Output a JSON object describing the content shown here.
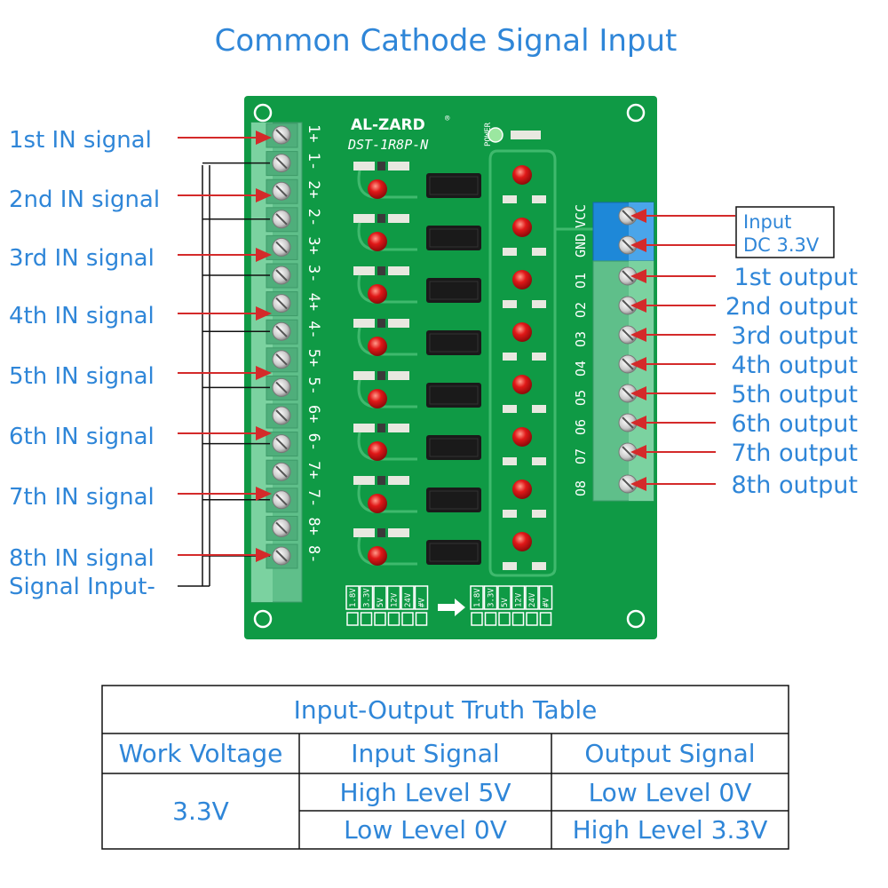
{
  "title": "Common Cathode Signal Input",
  "board": {
    "brand": "AL-ZARD",
    "registered": "®",
    "model": "DST-1R8P-N",
    "power_label": "POWER",
    "input_pin_labels": [
      "1+",
      "1-",
      "2+",
      "2-",
      "3+",
      "3-",
      "4+",
      "4-",
      "5+",
      "5-",
      "6+",
      "6-",
      "7+",
      "7-",
      "8+",
      "8-"
    ],
    "output_pin_labels": [
      "GND",
      "VCC",
      "O1",
      "O2",
      "O3",
      "O4",
      "O5",
      "O6",
      "O7",
      "O8"
    ],
    "voltage_options": [
      "1.8V",
      "3.3V",
      "5V",
      "12V",
      "24V",
      "#V"
    ]
  },
  "left_labels": [
    "1st IN signal",
    "2nd IN signal",
    "3rd IN signal",
    "4th IN signal",
    "5th IN signal",
    "6th IN signal",
    "7th IN signal",
    "8th IN signal",
    "Signal Input-"
  ],
  "input_box": {
    "line1": "Input",
    "line2": "DC 3.3V"
  },
  "right_labels": [
    "1st output",
    "2nd output",
    "3rd output",
    "4th output",
    "5th output",
    "6th output",
    "7th output",
    "8th output"
  ],
  "truth_table": {
    "title": "Input-Output Truth Table",
    "headers": [
      "Work Voltage",
      "Input Signal",
      "Output Signal"
    ],
    "work_voltage": "3.3V",
    "rows": [
      {
        "input": "High Level 5V",
        "output": "Low Level 0V"
      },
      {
        "input": "Low Level 0V",
        "output": "High Level 3.3V"
      }
    ]
  },
  "colors": {
    "accent_text": "#2f86d8",
    "board": "#0f9a45",
    "terminal": "#5fbf8a",
    "blue_terminal": "#1e88d8",
    "arrow": "#d42a2a",
    "led": "#e01818"
  }
}
